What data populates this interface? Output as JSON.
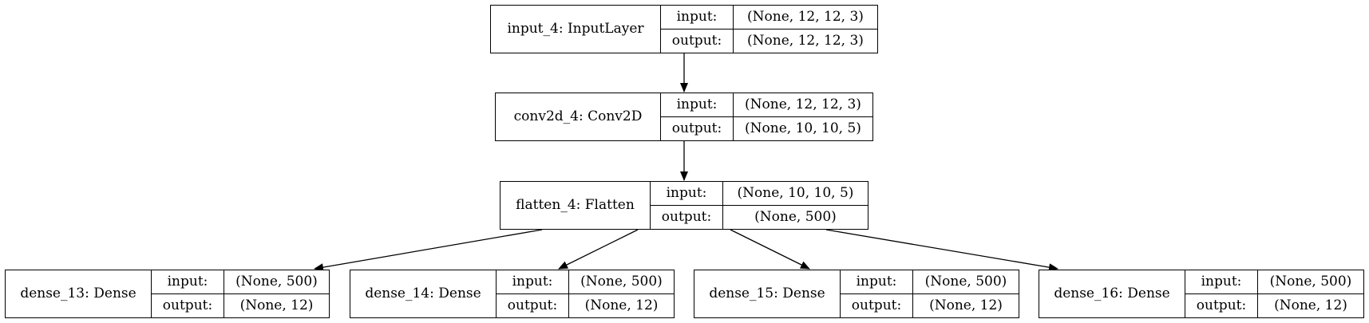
{
  "diagram": {
    "nodes": [
      {
        "id": "input",
        "name": "input_4: InputLayer",
        "in_key": "input:",
        "in_val": "(None, 12, 12, 3)",
        "out_key": "output:",
        "out_val": "(None, 12, 12, 3)"
      },
      {
        "id": "conv",
        "name": "conv2d_4: Conv2D",
        "in_key": "input:",
        "in_val": "(None, 12, 12, 3)",
        "out_key": "output:",
        "out_val": "(None, 10, 10, 5)"
      },
      {
        "id": "flatten",
        "name": "flatten_4: Flatten",
        "in_key": "input:",
        "in_val": "(None, 10, 10, 5)",
        "out_key": "output:",
        "out_val": "(None, 500)"
      },
      {
        "id": "dense13",
        "name": "dense_13: Dense",
        "in_key": "input:",
        "in_val": "(None, 500)",
        "out_key": "output:",
        "out_val": "(None, 12)"
      },
      {
        "id": "dense14",
        "name": "dense_14: Dense",
        "in_key": "input:",
        "in_val": "(None, 500)",
        "out_key": "output:",
        "out_val": "(None, 12)"
      },
      {
        "id": "dense15",
        "name": "dense_15: Dense",
        "in_key": "input:",
        "in_val": "(None, 500)",
        "out_key": "output:",
        "out_val": "(None, 12)"
      },
      {
        "id": "dense16",
        "name": "dense_16: Dense",
        "in_key": "input:",
        "in_val": "(None, 500)",
        "out_key": "output:",
        "out_val": "(None, 12)"
      }
    ],
    "edges": [
      {
        "from": "input",
        "to": "conv"
      },
      {
        "from": "conv",
        "to": "flatten"
      },
      {
        "from": "flatten",
        "to": "dense13"
      },
      {
        "from": "flatten",
        "to": "dense14"
      },
      {
        "from": "flatten",
        "to": "dense15"
      },
      {
        "from": "flatten",
        "to": "dense16"
      }
    ]
  }
}
